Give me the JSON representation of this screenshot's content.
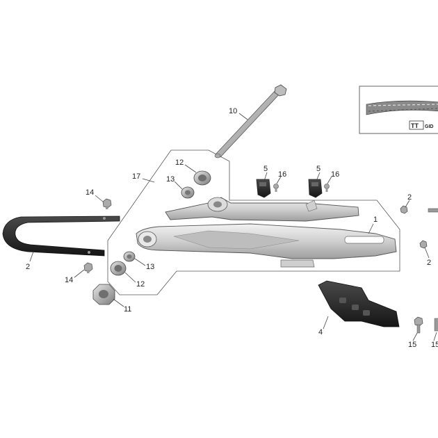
{
  "callouts": {
    "c10": "10",
    "c12a": "12",
    "c13a": "13",
    "c17": "17",
    "c5a": "5",
    "c16a": "16",
    "c5b": "5",
    "c16b": "16",
    "c14a": "14",
    "c2a": "2",
    "c14b": "14",
    "c13b": "13",
    "c12b": "12",
    "c11": "11",
    "c1": "1",
    "c2b": "2",
    "c2c": "2",
    "c4": "4",
    "c15a": "15",
    "c15b": "15"
  },
  "inset": {
    "chain_brand": "TT",
    "chain_code": "GID"
  },
  "colors": {
    "swingarm": "#cfcfcf",
    "chain_guide": "#2b2b2b",
    "hardware": "#9a9a9a",
    "lines": "#444444"
  }
}
